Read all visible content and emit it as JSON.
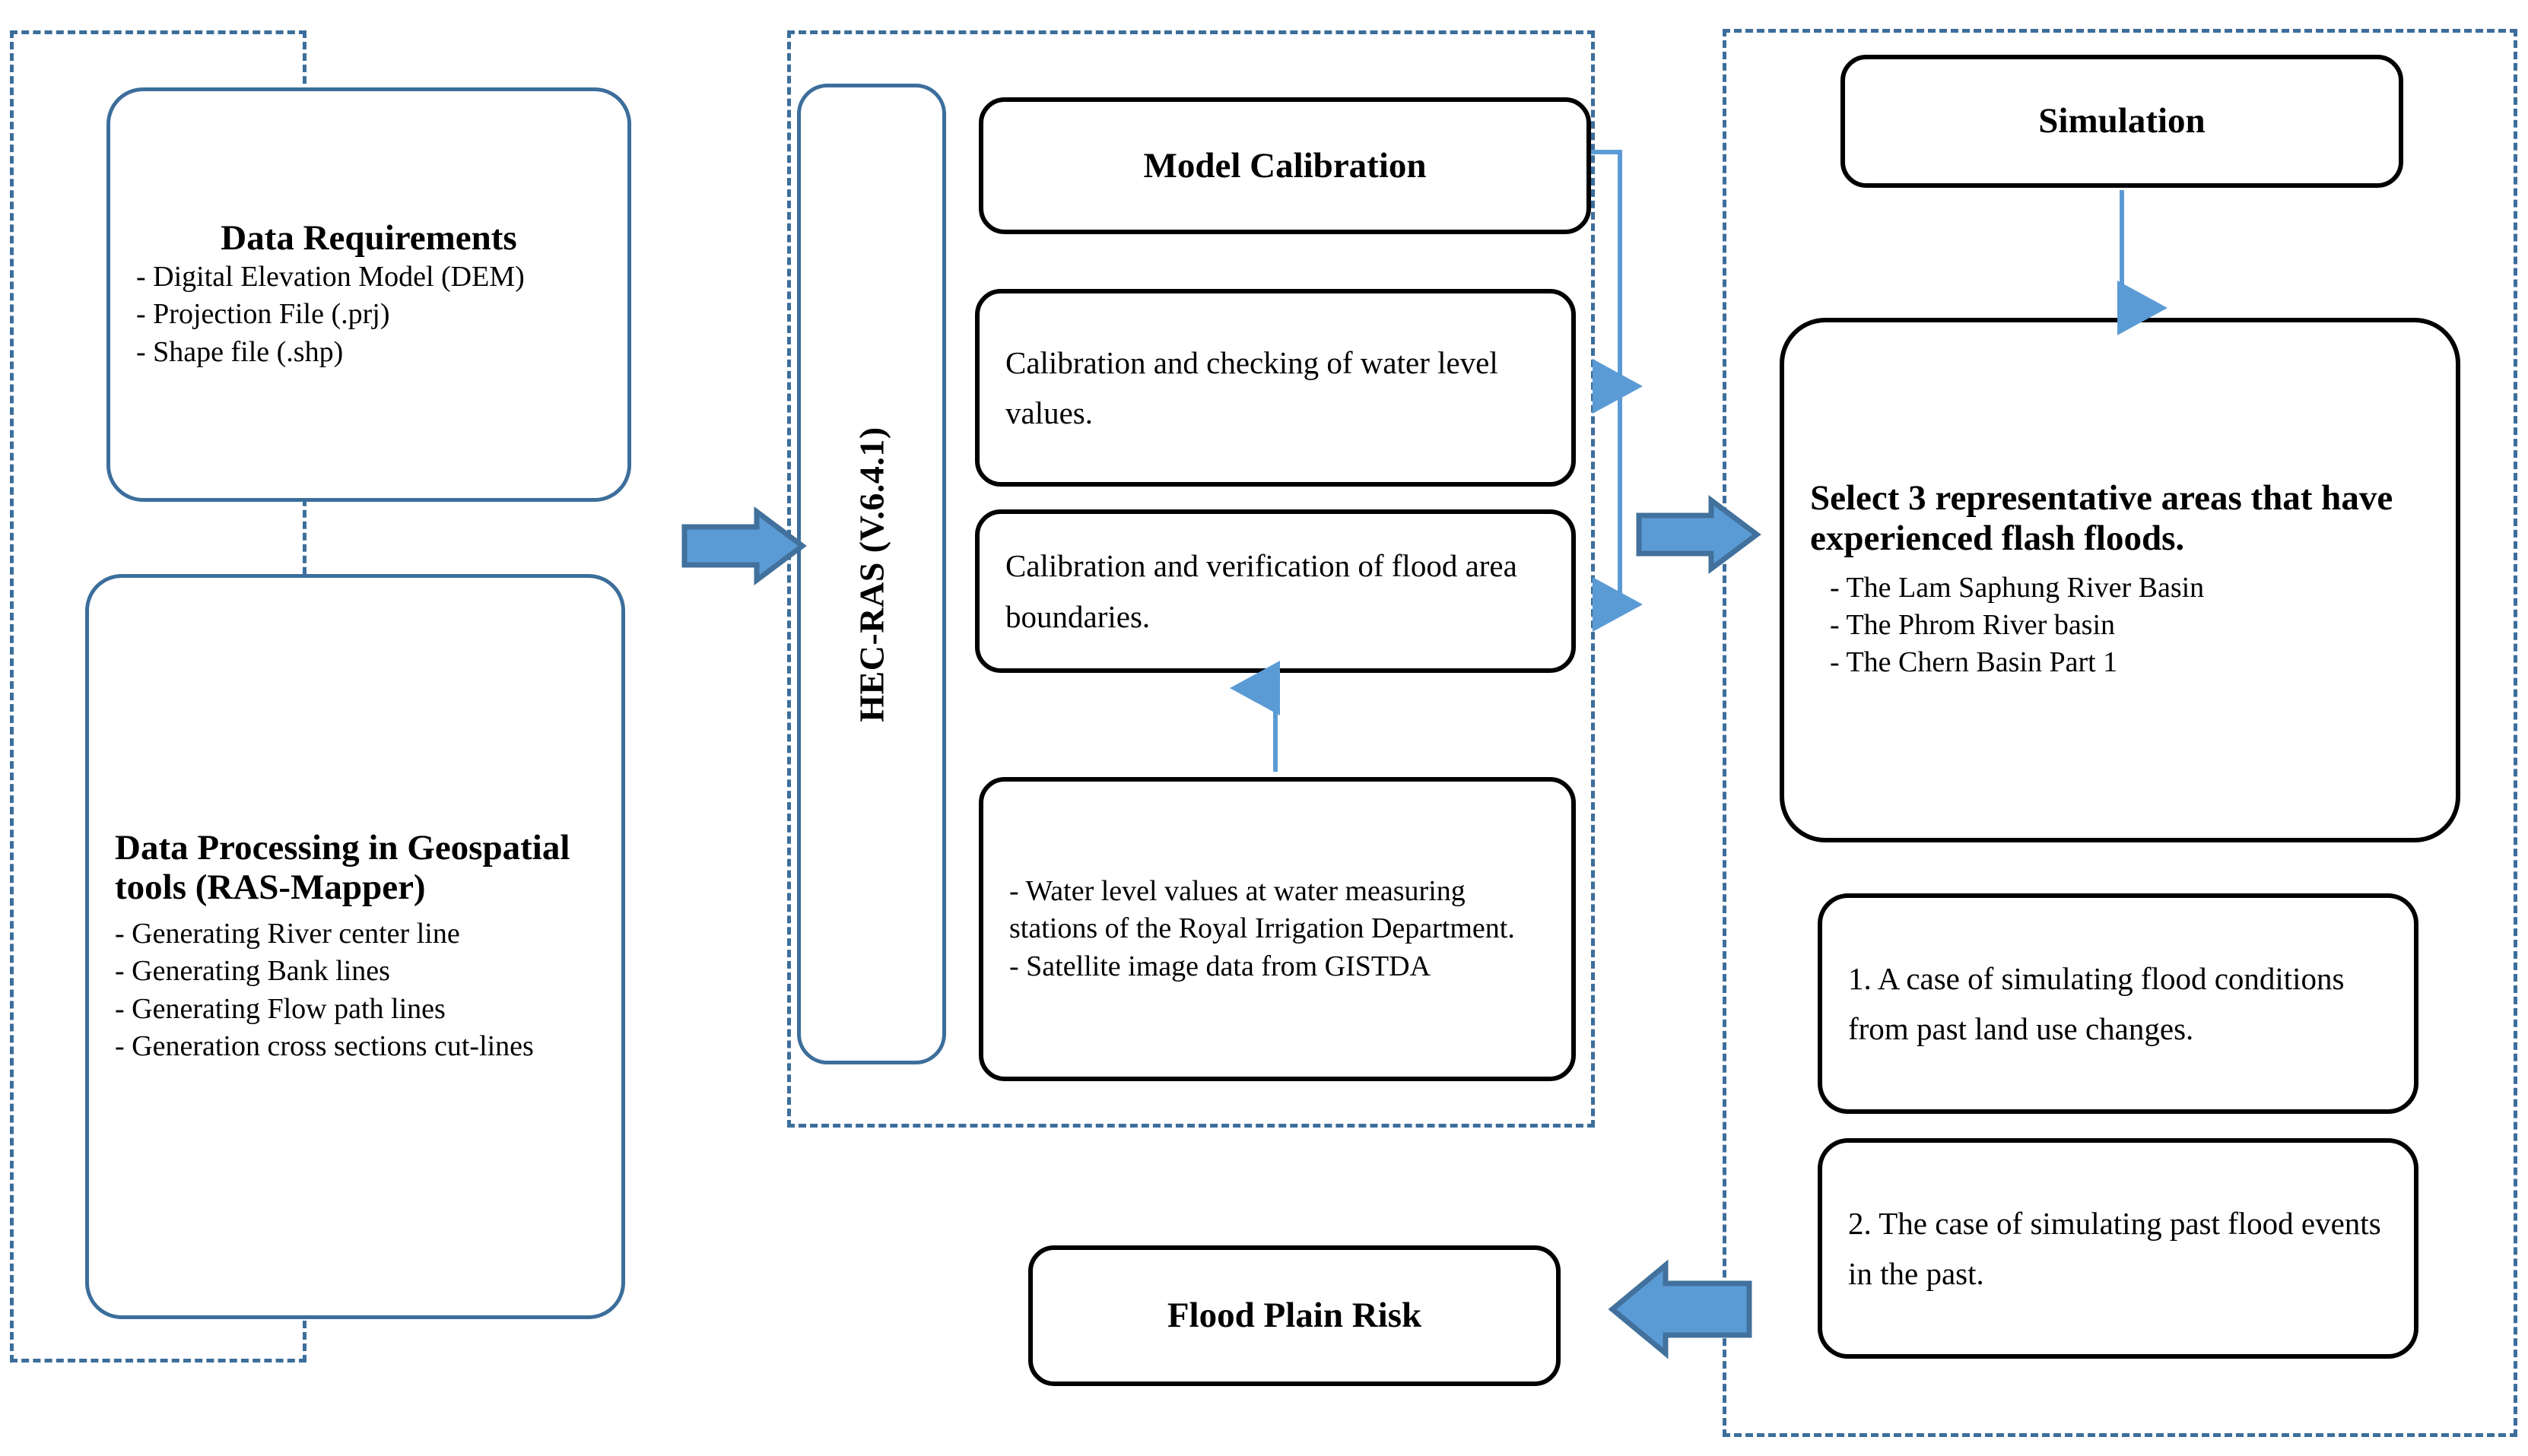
{
  "colors": {
    "dashed_group_border": "#3C6E9B",
    "blue_node_border": "#3C6E9B",
    "black_node_border": "#000000",
    "block_arrow_fill": "#5B9BD5",
    "block_arrow_stroke": "#41719C",
    "thin_connector": "#5B9BD5",
    "background": "#FFFFFF",
    "text": "#000000"
  },
  "groups": {
    "input": {
      "name": "input-stage-group"
    },
    "model": {
      "name": "hecras-model-group"
    },
    "simulation": {
      "name": "simulation-stage-group"
    }
  },
  "input_stage": {
    "data_requirements": {
      "title": "Data Requirements",
      "items": [
        "- Digital Elevation Model (DEM)",
        "- Projection File (.prj)",
        "- Shape file (.shp)"
      ]
    },
    "data_processing": {
      "title": "Data Processing in Geospatial tools (RAS-Mapper)",
      "items": [
        "- Generating River center line",
        "- Generating Bank lines",
        "- Generating Flow path lines",
        "- Generation cross sections cut-lines"
      ]
    }
  },
  "model_stage": {
    "software_label": "HEC-RAS (V.6.4.1)",
    "model_calibration_title": "Model Calibration",
    "calibration_water_level": "Calibration and checking of water level values.",
    "calibration_flood_boundaries": "Calibration and verification of flood area boundaries.",
    "data_sources": [
      "- Water level values at water measuring stations of the Royal Irrigation Department.",
      "- Satellite image data from GISTDA"
    ]
  },
  "simulation_stage": {
    "title": "Simulation",
    "select_areas": {
      "heading": "Select 3 representative areas that have experienced flash floods.",
      "items": [
        "- The Lam Saphung River  Basin",
        "- The Phrom River basin",
        "- The Chern Basin Part 1"
      ]
    },
    "case_1": "1. A case of simulating flood conditions from past land use changes.",
    "case_2": "2. The case of simulating past flood events in the past."
  },
  "output_stage": {
    "flood_plain_risk": "Flood Plain Risk"
  },
  "connectors": {
    "input_to_model": "block-arrow-right",
    "model_to_simulation": "block-arrow-right",
    "simulation_to_output": "block-arrow-left",
    "calibration_bracket": "bracket-right-to-two-boxes",
    "datasources_to_flood_boundaries": "arrow-up",
    "simulation_to_select_areas": "arrow-down"
  }
}
